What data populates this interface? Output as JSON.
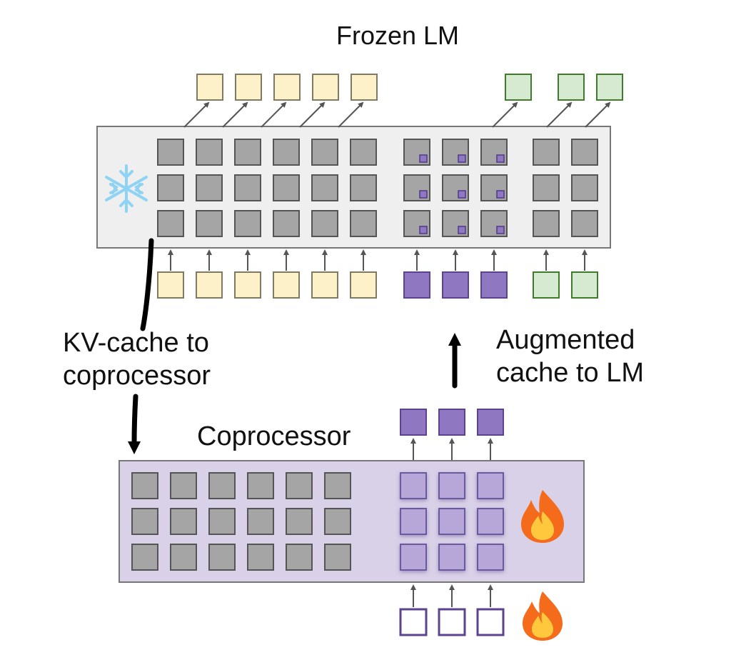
{
  "labels": {
    "frozen_lm": "Frozen LM",
    "kv_cache": [
      "KV-cache to",
      "coprocessor"
    ],
    "augmented": [
      "Augmented",
      "cache to LM"
    ],
    "coprocessor": "Coprocessor"
  },
  "icons": {
    "frozen": "snowflake-icon",
    "trainable": "fire-icon"
  },
  "colors": {
    "input_token": "#fdf1c9",
    "input_token_border": "#7f7a62",
    "generated_token": "#d5ead0",
    "generated_token_border": "#3e7b2b",
    "latent_embedding": "#8f77c2",
    "latent_embedding_border": "#5b4390",
    "cell_gray": "#a5a5a5",
    "cell_border": "#555555",
    "frozen_panel": "#efefef",
    "coprocessor_panel": "#d9d1e8",
    "coprocessor_cell": "#b7a6d8",
    "snowflake": "#8fd3f4",
    "fire": "#f36b1b"
  }
}
